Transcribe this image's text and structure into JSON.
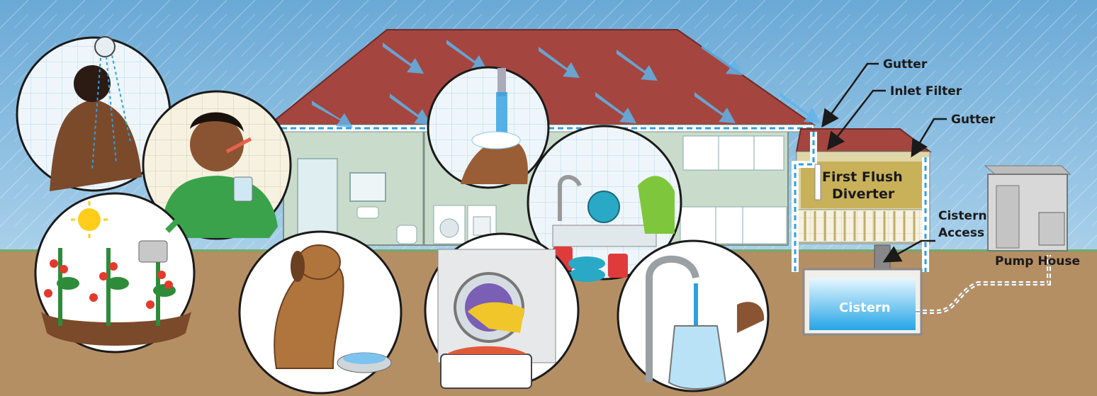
{
  "labels": {
    "gutter_roof": "Gutter",
    "inlet_filter": "Inlet Filter",
    "gutter_porch": "Gutter",
    "first_flush_line1": "First Flush",
    "first_flush_line2": "Diverter",
    "cistern_access_line1": "Cistern",
    "cistern_access_line2": "Access",
    "pump_house": "Pump House",
    "cistern": "Cistern"
  },
  "icons": [
    "shower-icon",
    "toothbrush-icon",
    "watering-plants-icon",
    "dog-water-bowl-icon",
    "handwashing-icon",
    "laundry-icon",
    "dishwashing-icon",
    "faucet-pitcher-icon"
  ],
  "colors": {
    "sky": "#7fb6dc",
    "ground": "#b58f64",
    "roof": "#a4463f",
    "house_wall": "#c8dacb",
    "water": "#2f9fe0",
    "cistern_fill": "#8fd3f5"
  }
}
